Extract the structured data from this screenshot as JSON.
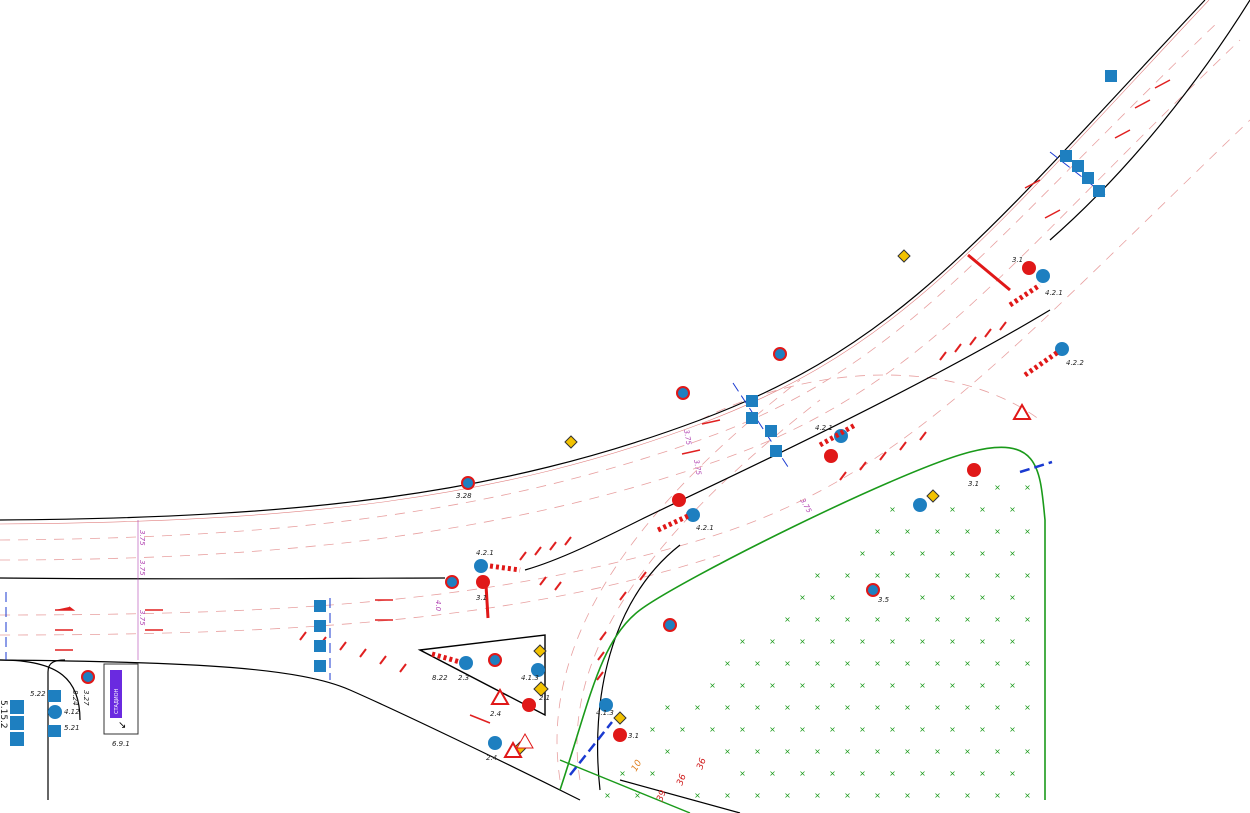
{
  "title": "Traffic organisation scheme – junction plan",
  "colors": {
    "edge": "#000000",
    "marking": "#e02020",
    "lane_line": "#e8a0a0",
    "green": "#1a9a1a",
    "sign_blue": "#1e7fc0",
    "sign_red": "#e01818",
    "sign_yellow": "#f2c200",
    "magenta": "#d020d0",
    "boundary": "#1a3ad0"
  },
  "sign_labels": {
    "s522": "5.22",
    "s412": "4.12",
    "s521": "5.21",
    "s691": "6.9.1",
    "s824": "8.24",
    "s327": "3.27",
    "s5152": "5.15.2",
    "s421a": "4.2.1",
    "s421b": "4.2.1",
    "s421c": "4.2.1",
    "s421d": "4.2.1",
    "s422": "4.2.2",
    "s31a": "3.1",
    "s31b": "3.1",
    "s31c": "3.1",
    "s31d": "3.1",
    "s21": "2.1",
    "s24a": "2.4",
    "s24b": "2.4",
    "s413a": "4.1.3",
    "s413b": "4.1.3",
    "s23": "2.3",
    "s35": "3.5",
    "s827": "8.22",
    "s328": "3.28"
  },
  "info_board": {
    "text": "СТАДИОН",
    "arrow": "↘"
  },
  "lane_widths": {
    "a": "3.75",
    "b": "3.75",
    "c": "3.75",
    "d": "4.0",
    "e": "3.75",
    "f": "3.75",
    "g": "3.75"
  },
  "dimensions": {
    "d39": "39",
    "d36a": "36",
    "d36b": "36",
    "d10": "10"
  }
}
